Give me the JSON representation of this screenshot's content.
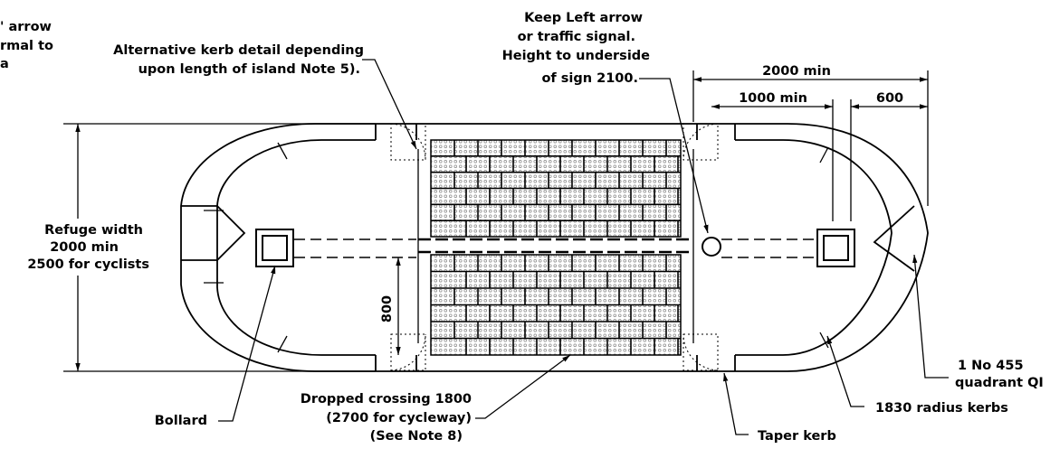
{
  "labels": {
    "top_left_fragment_1": "' arrow",
    "top_left_fragment_2": "rmal to",
    "top_left_fragment_3": "a",
    "alt_kerb_1": "Alternative kerb detail depending",
    "alt_kerb_2": "upon length of island Note 5).",
    "keep_left_1": "Keep Left arrow",
    "keep_left_2": "or traffic signal.",
    "keep_left_3": "Height to underside",
    "keep_left_4": "of sign 2100.",
    "refuge_1": "Refuge width",
    "refuge_2": "2000 min",
    "refuge_3": "2500 for cyclists",
    "bollard": "Bollard",
    "dropped_1": "Dropped crossing 1800",
    "dropped_2": "(2700 for cycleway)",
    "dropped_3": "(See Note 8)",
    "taper_kerb": "Taper kerb",
    "radius_kerbs": "1830 radius kerbs",
    "quadrant_1": "1 No 455",
    "quadrant_2": "quadrant QI"
  },
  "dimensions": {
    "overall": "2000 min",
    "inner": "1000 min",
    "offset": "600",
    "vertical": "800"
  }
}
